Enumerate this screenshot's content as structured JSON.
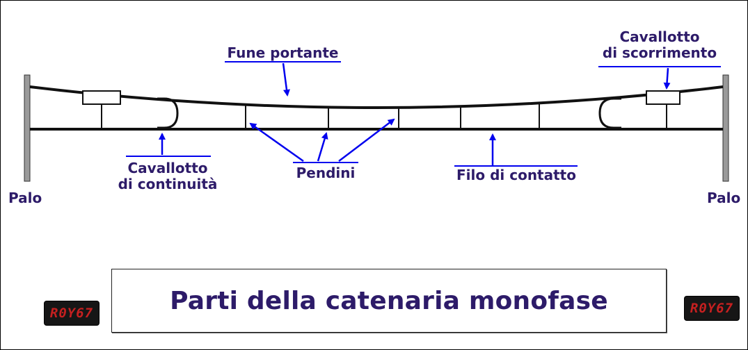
{
  "title": "Parti della catenaria monofase",
  "labels": {
    "palo_left": "Palo",
    "palo_right": "Palo",
    "fune_portante": "Fune portante",
    "cavallotto_scorrimento_1": "Cavallotto",
    "cavallotto_scorrimento_2": "di scorrimento",
    "cavallotto_continuita_1": "Cavallotto",
    "cavallotto_continuita_2": "di continuità",
    "pendini": "Pendini",
    "filo_contatto": "Filo di contatto"
  },
  "watermark": {
    "left": "R0Y67",
    "right": "R0Y67"
  },
  "colors": {
    "label_text": "#2d1b69",
    "arrow": "#0000ee",
    "wire": "#111111",
    "pole": "#9a9a9a",
    "badge_text": "#c62020"
  }
}
